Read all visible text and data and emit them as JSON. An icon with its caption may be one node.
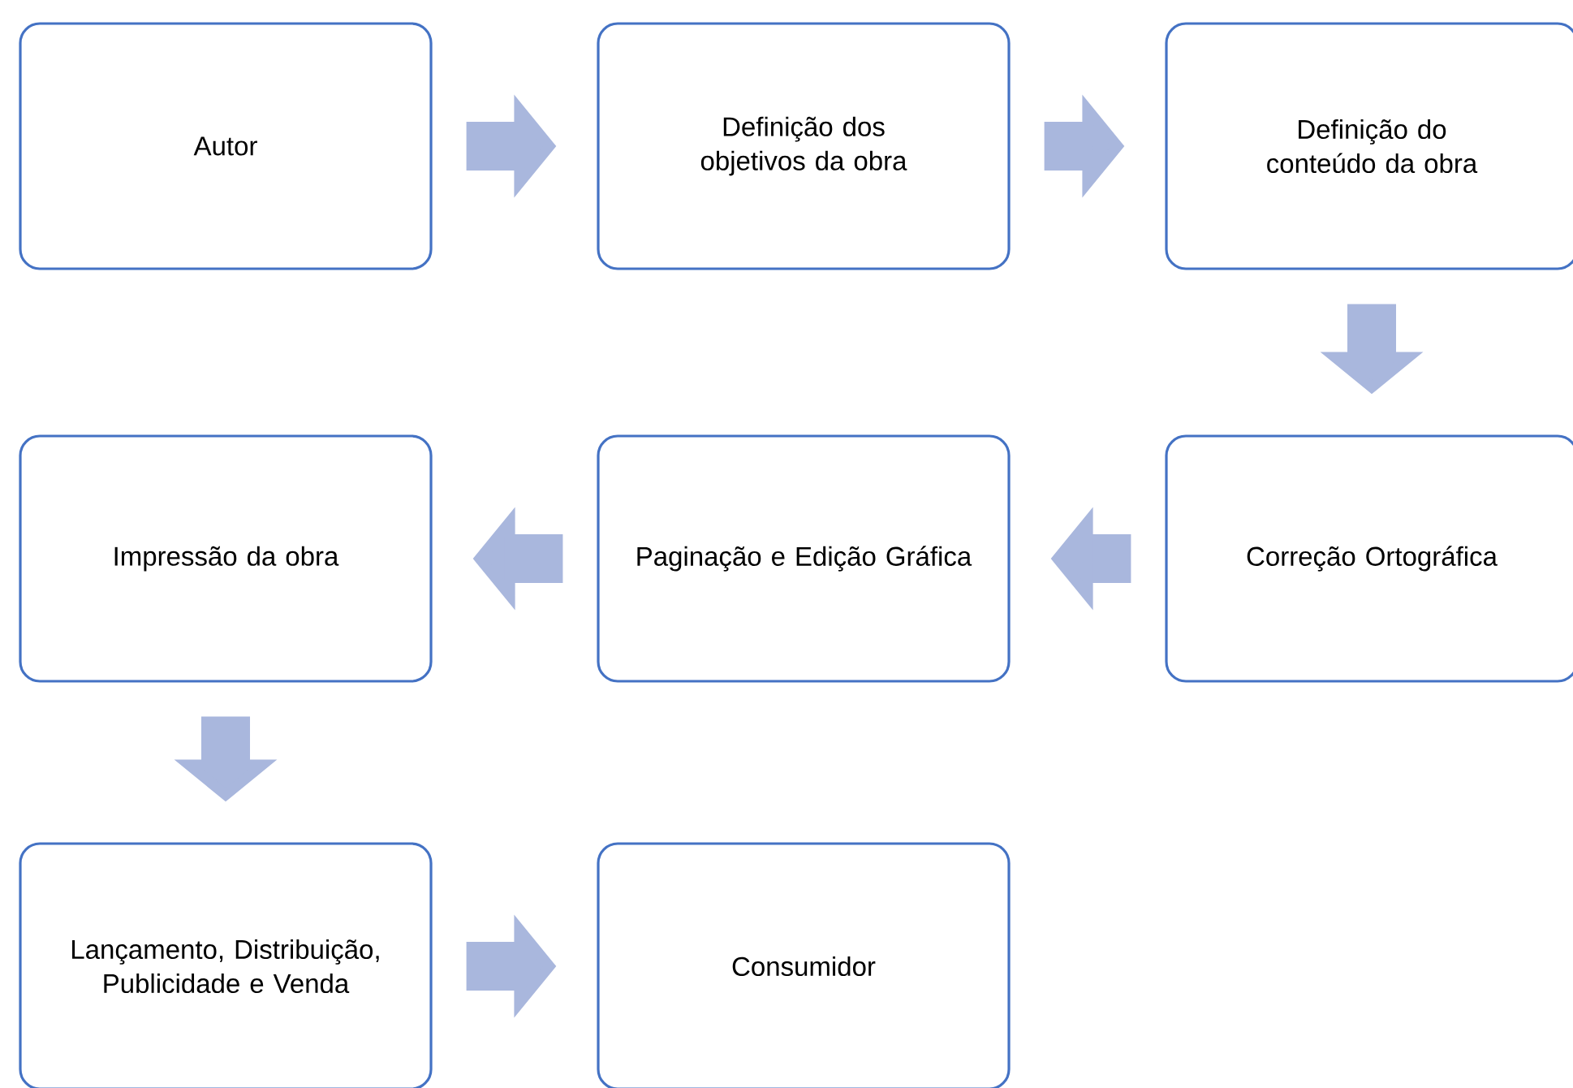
{
  "diagram": {
    "nodes": [
      {
        "text": [
          "Autor"
        ]
      },
      {
        "text": [
          "Definição dos objetivos da obra"
        ]
      },
      {
        "text": [
          "Definição do conteúdo da obra"
        ]
      },
      {
        "text": [
          "Correção Ortográfica"
        ]
      },
      {
        "text": [
          "Paginação e Edição Gráfica"
        ]
      },
      {
        "text": [
          "Impressão da obra"
        ]
      },
      {
        "text": [
          "Lançamento, Distribuição, Publicidade e Venda"
        ]
      },
      {
        "text": [
          "Consumidor"
        ]
      }
    ],
    "edges": [
      {
        "from": 0,
        "to": 1,
        "arrow": "to"
      },
      {
        "from": 1,
        "to": 2,
        "arrow": "to"
      },
      {
        "from": 2,
        "to": 3,
        "arrow": "to"
      },
      {
        "from": 3,
        "to": 4,
        "arrow": "to"
      },
      {
        "from": 4,
        "to": 5,
        "arrow": "to"
      },
      {
        "from": 5,
        "to": 6,
        "arrow": "to"
      },
      {
        "from": 6,
        "to": 7,
        "arrow": "to"
      }
    ]
  }
}
